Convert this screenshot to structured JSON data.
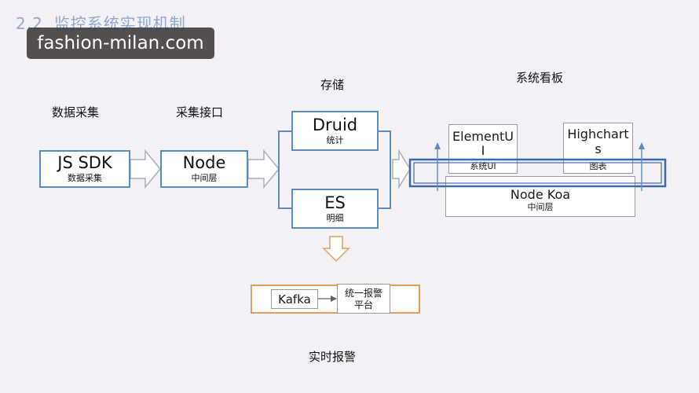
{
  "slide": {
    "title_num": "2.2",
    "title_text": "监控系统实现机制",
    "watermark": "fashion-milan.com"
  },
  "labels": {
    "collect": "数据采集",
    "interface": "采集接口",
    "storage": "存储",
    "dashboard": "系统看板",
    "realtime_alert": "实时报警"
  },
  "nodes": {
    "jssdk": {
      "main": "JS SDK",
      "sub": "数据采集"
    },
    "node": {
      "main": "Node",
      "sub": "中间层"
    },
    "druid": {
      "main": "Druid",
      "sub": "统计"
    },
    "es": {
      "main": "ES",
      "sub": "明细"
    },
    "element_ui": {
      "main_line1": "ElementU",
      "main_line2": "I",
      "sub": "系统UI"
    },
    "highcharts": {
      "main_line1": "Highchart",
      "main_line2": "s",
      "sub": "图表"
    },
    "node_koa": {
      "main": "Node Koa",
      "sub": "中间层"
    },
    "kafka": {
      "main": "Kafka"
    },
    "alert_platform": {
      "line1": "统一报警",
      "line2": "平台"
    }
  },
  "colors": {
    "box_border": "#5b8bc6",
    "arrow_outline": "#a8b0bc",
    "down_arrow": "#e0a060",
    "kafka_frame": "#e0a060",
    "dashboard_bar": "#3a68ad"
  }
}
